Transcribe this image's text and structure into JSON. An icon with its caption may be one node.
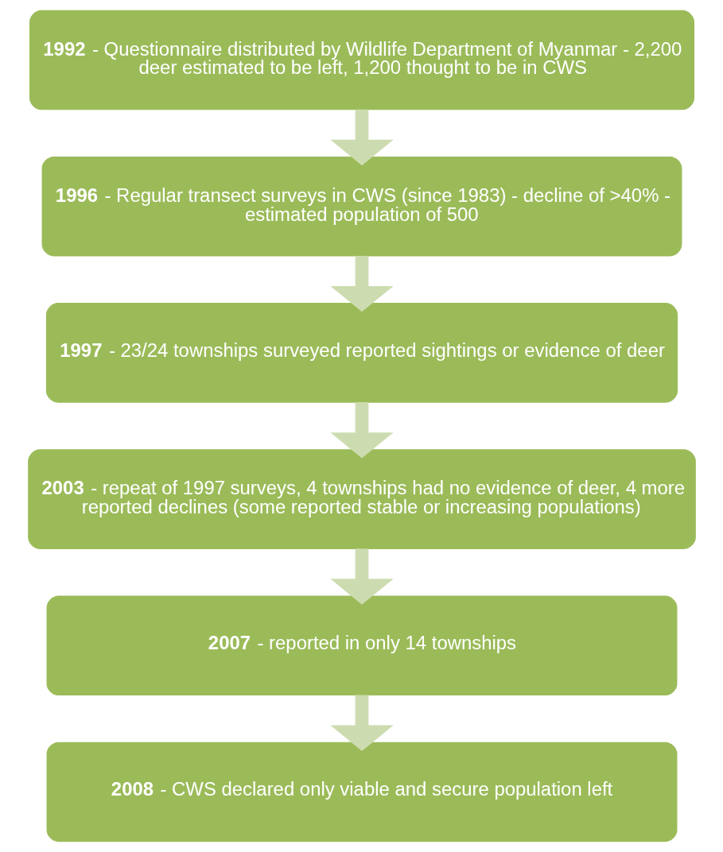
{
  "diagram": {
    "nodes": [
      {
        "text": [
          "**1992** - Questionnaire distributed by Wildlife Department of Myanmar - 2,200 deer estimated to be left, 1,200 thought to be in CWS"
        ]
      },
      {
        "text": [
          "**1996** - Regular transect surveys in CWS (since 1983) - decline of >40% - estimated population of 500"
        ]
      },
      {
        "text": [
          "**1997** - 23/24 townships surveyed reported sightings or evidence of deer"
        ]
      },
      {
        "text": [
          "**2003** - repeat of 1997 surveys, 4 townships had no evidence of deer, 4 more reported declines (some reported stable or increasing populations)"
        ]
      },
      {
        "text": [
          "**2007** - reported in only 14 townships"
        ]
      },
      {
        "text": [
          "**2008** - CWS declared only viable and secure population left"
        ]
      }
    ],
    "edges": [
      {
        "from": 0,
        "to": 1,
        "arrow": "to"
      },
      {
        "from": 1,
        "to": 2,
        "arrow": "to"
      },
      {
        "from": 2,
        "to": 3,
        "arrow": "to"
      },
      {
        "from": 3,
        "to": 4,
        "arrow": "to"
      },
      {
        "from": 4,
        "to": 5,
        "arrow": "to"
      }
    ]
  }
}
